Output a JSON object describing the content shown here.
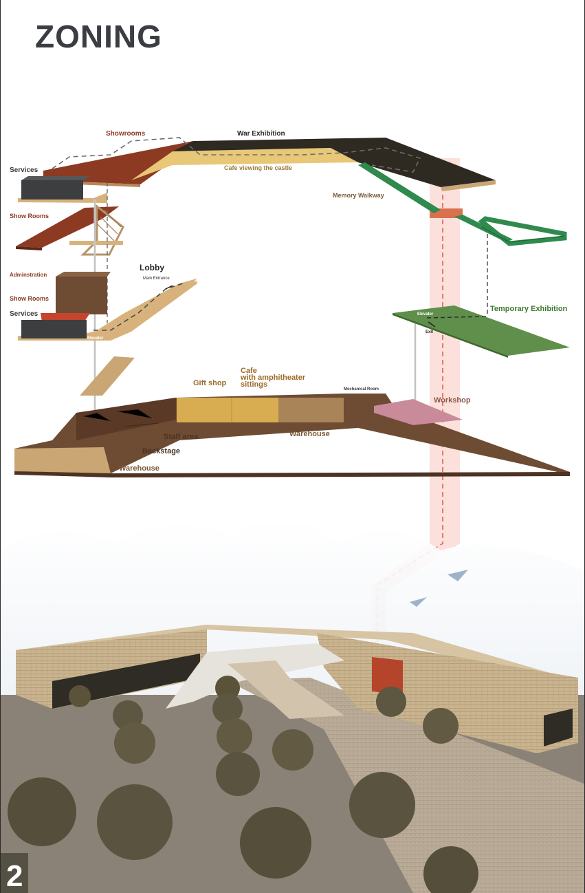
{
  "title": "ZONING",
  "page_number": "2",
  "labels": {
    "showrooms_top": "Showrooms",
    "war_exhibition": "War Exhibition",
    "cafe_viewing": "Cafe viewing the castle",
    "services_top": "Services",
    "memory_walkway": "Memory Walkway",
    "show_rooms_mid": "Show Rooms",
    "lobby": "Lobby",
    "main_entrance": "Main Entrance",
    "administration": "Adminstration",
    "show_rooms_low": "Show Rooms",
    "services_low": "Services",
    "elevator_left": "Elevater",
    "temporary_exhibition": "Temporary Exhibition",
    "elevator_right": "Elevater",
    "exit": "Exit",
    "gift_shop": "Gift shop",
    "cafe": "Cafe",
    "cafe_sub1": "with amphitheater",
    "cafe_sub2": "sittings",
    "mechanical_room": "Mechanical Room",
    "workshop": "Workshop",
    "warehouse_mid": "Warehouse",
    "staff_area": "Staff area",
    "backstage": "Backstage",
    "warehouse_low": "Warehouse"
  },
  "colors": {
    "showroom_red": "#8c3a22",
    "exhibition_dark": "#2e2a22",
    "cafe_yellow": "#e8c777",
    "floor_tan": "#d8b27c",
    "walkway_green": "#2f8a4e",
    "temporary_green": "#5f8f4a",
    "wall_brown": "#6e4b33",
    "workshop_pink": "#c98a9a",
    "elevator_core": "#f3a79b"
  }
}
